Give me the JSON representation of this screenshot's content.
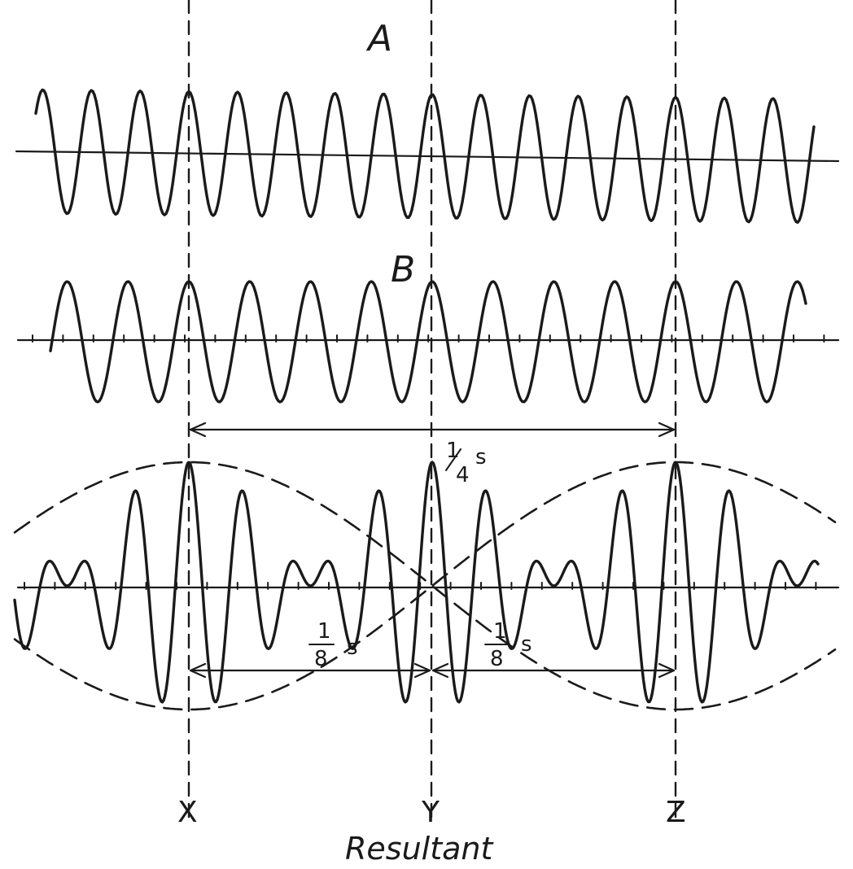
{
  "labels": {
    "wave_a": "A",
    "wave_b": "B",
    "x_marker": "X",
    "y_marker": "Y",
    "z_marker": "Z",
    "caption": "Resultant",
    "quarter_num": "1",
    "quarter_den": "4",
    "quarter_unit": "s",
    "eighth_left_num": "1",
    "eighth_left_den": "8",
    "eighth_left_unit": "s",
    "eighth_right_num": "1",
    "eighth_right_den": "8",
    "eighth_right_unit": "s"
  },
  "waves": {
    "a_cycles_x_to_z": 10,
    "b_cycles_x_to_z": 8,
    "peaks_coincide_at": [
      "X",
      "Y",
      "Z"
    ]
  },
  "colors": {
    "ink": "#1a1a1a",
    "paper": "#ffffff"
  }
}
